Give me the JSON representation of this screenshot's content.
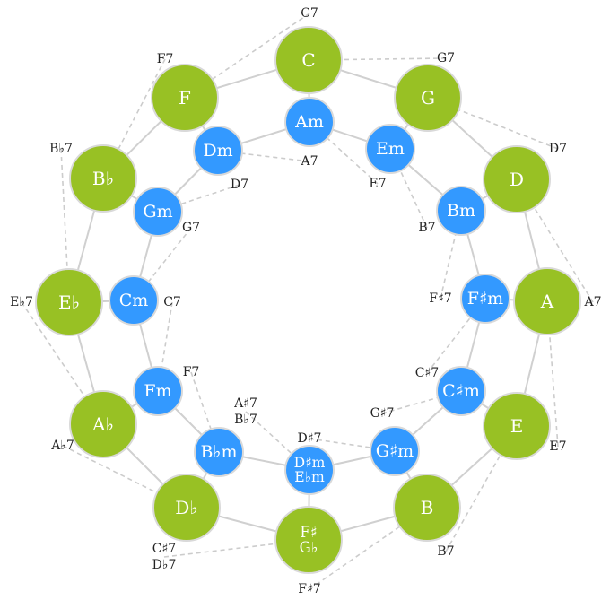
{
  "colors": {
    "major": "#98c124",
    "minor": "#3399ff",
    "ring_edge": "#d0d0d0",
    "dashed_edge": "#cccccc",
    "node_stroke": "#d9d9d9",
    "label_text": "#222222",
    "node_text": "#ffffff"
  },
  "major_keys": [
    {
      "id": "C",
      "lines": [
        "C"
      ]
    },
    {
      "id": "G",
      "lines": [
        "G"
      ]
    },
    {
      "id": "D",
      "lines": [
        "D"
      ]
    },
    {
      "id": "A",
      "lines": [
        "A"
      ]
    },
    {
      "id": "E",
      "lines": [
        "E"
      ]
    },
    {
      "id": "B",
      "lines": [
        "B"
      ]
    },
    {
      "id": "F#",
      "lines": [
        "F♯",
        "G♭"
      ]
    },
    {
      "id": "Db",
      "lines": [
        "D♭"
      ]
    },
    {
      "id": "Ab",
      "lines": [
        "A♭"
      ]
    },
    {
      "id": "Eb",
      "lines": [
        "E♭"
      ]
    },
    {
      "id": "Bb",
      "lines": [
        "B♭"
      ]
    },
    {
      "id": "F",
      "lines": [
        "F"
      ]
    }
  ],
  "minor_keys": [
    {
      "id": "Am",
      "lines": [
        "Am"
      ]
    },
    {
      "id": "Em",
      "lines": [
        "Em"
      ]
    },
    {
      "id": "Bm",
      "lines": [
        "Bm"
      ]
    },
    {
      "id": "F#m",
      "lines": [
        "F♯m"
      ]
    },
    {
      "id": "C#m",
      "lines": [
        "C♯m"
      ]
    },
    {
      "id": "G#m",
      "lines": [
        "G♯m"
      ]
    },
    {
      "id": "D#m",
      "lines": [
        "D♯m",
        "E♭m"
      ]
    },
    {
      "id": "Bbm",
      "lines": [
        "B♭m"
      ]
    },
    {
      "id": "Fm",
      "lines": [
        "Fm"
      ]
    },
    {
      "id": "Cm",
      "lines": [
        "Cm"
      ]
    },
    {
      "id": "Gm",
      "lines": [
        "Gm"
      ]
    },
    {
      "id": "Dm",
      "lines": [
        "Dm"
      ]
    }
  ],
  "ring_edges": [
    [
      "C",
      "G"
    ],
    [
      "G",
      "D"
    ],
    [
      "D",
      "A"
    ],
    [
      "A",
      "E"
    ],
    [
      "E",
      "B"
    ],
    [
      "B",
      "F#"
    ],
    [
      "F#",
      "Db"
    ],
    [
      "Db",
      "Ab"
    ],
    [
      "Ab",
      "Eb"
    ],
    [
      "Eb",
      "Bb"
    ],
    [
      "Bb",
      "F"
    ],
    [
      "F",
      "C"
    ],
    [
      "Am",
      "Em"
    ],
    [
      "Em",
      "Bm"
    ],
    [
      "Bm",
      "F#m"
    ],
    [
      "F#m",
      "C#m"
    ],
    [
      "C#m",
      "G#m"
    ],
    [
      "G#m",
      "D#m"
    ],
    [
      "D#m",
      "Bbm"
    ],
    [
      "Bbm",
      "Fm"
    ],
    [
      "Fm",
      "Cm"
    ],
    [
      "Cm",
      "Gm"
    ],
    [
      "Gm",
      "Dm"
    ],
    [
      "Dm",
      "Am"
    ],
    [
      "C",
      "Am"
    ],
    [
      "F",
      "Dm"
    ],
    [
      "Bb",
      "Gm"
    ],
    [
      "Eb",
      "Cm"
    ],
    [
      "Ab",
      "Fm"
    ],
    [
      "Db",
      "Bbm"
    ],
    [
      "F#",
      "D#m"
    ],
    [
      "B",
      "G#m"
    ],
    [
      "E",
      "C#m"
    ],
    [
      "A",
      "F#m"
    ],
    [
      "D",
      "Bm"
    ],
    [
      "G",
      "Em"
    ]
  ],
  "dominant_sevenths": [
    {
      "id": "s_C7",
      "lines": [
        "C7"
      ],
      "targets": [
        "F"
      ]
    },
    {
      "id": "s_G7_out",
      "lines": [
        "G7"
      ],
      "targets": [
        "C"
      ]
    },
    {
      "id": "s_D7_out",
      "lines": [
        "D7"
      ],
      "targets": [
        "G"
      ]
    },
    {
      "id": "s_A7_out",
      "lines": [
        "A7"
      ],
      "targets": [
        "D"
      ]
    },
    {
      "id": "s_E7_out",
      "lines": [
        "E7"
      ],
      "targets": [
        "A"
      ]
    },
    {
      "id": "s_B7_out",
      "lines": [
        "B7"
      ],
      "targets": [
        "E"
      ]
    },
    {
      "id": "s_F#7_out",
      "lines": [
        "F♯7"
      ],
      "targets": [
        "B"
      ]
    },
    {
      "id": "s_Db7_out",
      "lines": [
        "C♯7",
        "D♭7"
      ],
      "targets": [
        "F#"
      ]
    },
    {
      "id": "s_Ab7_out",
      "lines": [
        "A♭7"
      ],
      "targets": [
        "Db"
      ]
    },
    {
      "id": "s_Eb7_out",
      "lines": [
        "E♭7"
      ],
      "targets": [
        "Ab"
      ]
    },
    {
      "id": "s_Bb7_out",
      "lines": [
        "B♭7"
      ],
      "targets": [
        "Eb"
      ]
    },
    {
      "id": "s_F7_out",
      "lines": [
        "F7"
      ],
      "targets": [
        "Bb"
      ]
    },
    {
      "id": "s_A7_in",
      "lines": [
        "A7"
      ],
      "targets": [
        "Dm"
      ]
    },
    {
      "id": "s_E7_in",
      "lines": [
        "E7"
      ],
      "targets": [
        "Am"
      ]
    },
    {
      "id": "s_B7_in",
      "lines": [
        "B7"
      ],
      "targets": [
        "Em"
      ]
    },
    {
      "id": "s_F#7_in",
      "lines": [
        "F♯7"
      ],
      "targets": [
        "Bm"
      ]
    },
    {
      "id": "s_C#7_in",
      "lines": [
        "C♯7"
      ],
      "targets": [
        "F#m"
      ]
    },
    {
      "id": "s_G#7_in",
      "lines": [
        "G♯7"
      ],
      "targets": [
        "C#m"
      ]
    },
    {
      "id": "s_D#7_in",
      "lines": [
        "D♯7"
      ],
      "targets": [
        "G#m"
      ]
    },
    {
      "id": "s_A#7_in",
      "lines": [
        "A♯7",
        "B♭7"
      ],
      "targets": [
        "D#m"
      ]
    },
    {
      "id": "s_F7_in",
      "lines": [
        "F7"
      ],
      "targets": [
        "Bbm"
      ]
    },
    {
      "id": "s_C7_in",
      "lines": [
        "C7"
      ],
      "targets": [
        "Fm"
      ]
    },
    {
      "id": "s_G7_in",
      "lines": [
        "G7"
      ],
      "targets": [
        "Cm"
      ]
    },
    {
      "id": "s_D7_in",
      "lines": [
        "D7"
      ],
      "targets": [
        "Gm"
      ]
    }
  ]
}
